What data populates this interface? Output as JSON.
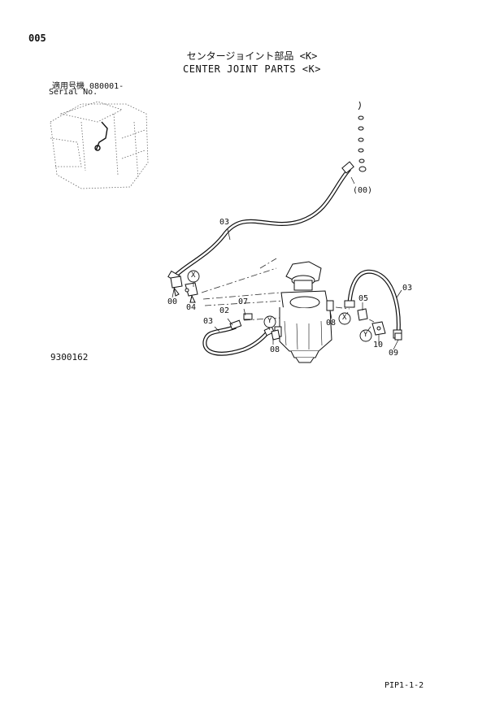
{
  "page_number": "005",
  "title_jp": "センタージョイント部品 <K>",
  "title_en": "CENTER JOINT PARTS <K>",
  "serial": {
    "jp": "適用号機 080001-",
    "en": "Serial No."
  },
  "drawing_number": "9300162",
  "page_ref": "PIP1-1-2",
  "callouts": {
    "c00a": "(00)",
    "c03a": "03",
    "c00b": "00",
    "c04": "04",
    "c02": "02",
    "c07": "07",
    "c03b": "03",
    "c08a": "08",
    "c08b": "08",
    "c05": "05",
    "c03c": "03",
    "c10": "10",
    "c09": "09",
    "x1": "X",
    "x2": "X",
    "y1": "Y",
    "y2": "Y"
  }
}
